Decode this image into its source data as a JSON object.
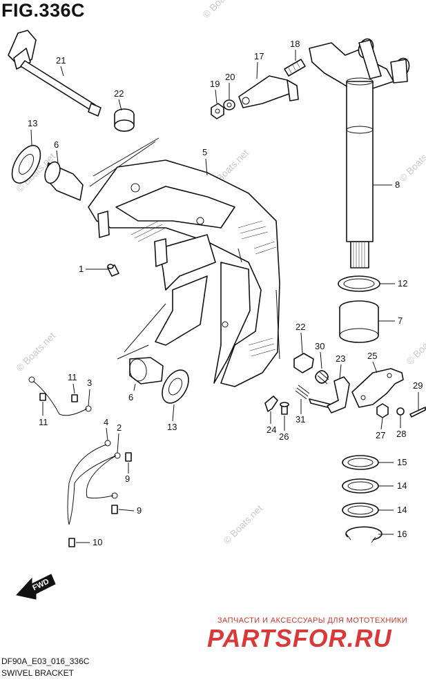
{
  "figure": {
    "title": "FIG.336C",
    "model_code": "DF90A_E03_016_336C",
    "section_name": "SWIVEL BRACKET"
  },
  "watermark_text": "© Boats.net",
  "shop": {
    "caption": "ЗАПЧАСТИ И АКСЕССУАРЫ ДЛЯ МОТОТЕХНИКИ",
    "logo": "PARTSFOR.RU"
  },
  "fwd_label": "FWD",
  "callouts": {
    "c1": "1",
    "c2": "2",
    "c3": "3",
    "c4": "4",
    "c5": "5",
    "c6": "6",
    "c7": "7",
    "c8": "8",
    "c9a": "9",
    "c9b": "9",
    "c10": "10",
    "c11a": "11",
    "c11b": "11",
    "c12": "12",
    "c13a": "13",
    "c13b": "13",
    "c14a": "14",
    "c14b": "14",
    "c15": "15",
    "c16": "16",
    "c17": "17",
    "c18": "18",
    "c19": "19",
    "c20": "20",
    "c21": "21",
    "c22a": "22",
    "c22b": "22",
    "c23": "23",
    "c24": "24",
    "c25": "25",
    "c26": "26",
    "c27": "27",
    "c28": "28",
    "c29": "29",
    "c30": "30",
    "c31": "31"
  },
  "colors": {
    "line": "#111111",
    "watermark": "#c9c9c9",
    "shop_red": "#d83a3a"
  }
}
